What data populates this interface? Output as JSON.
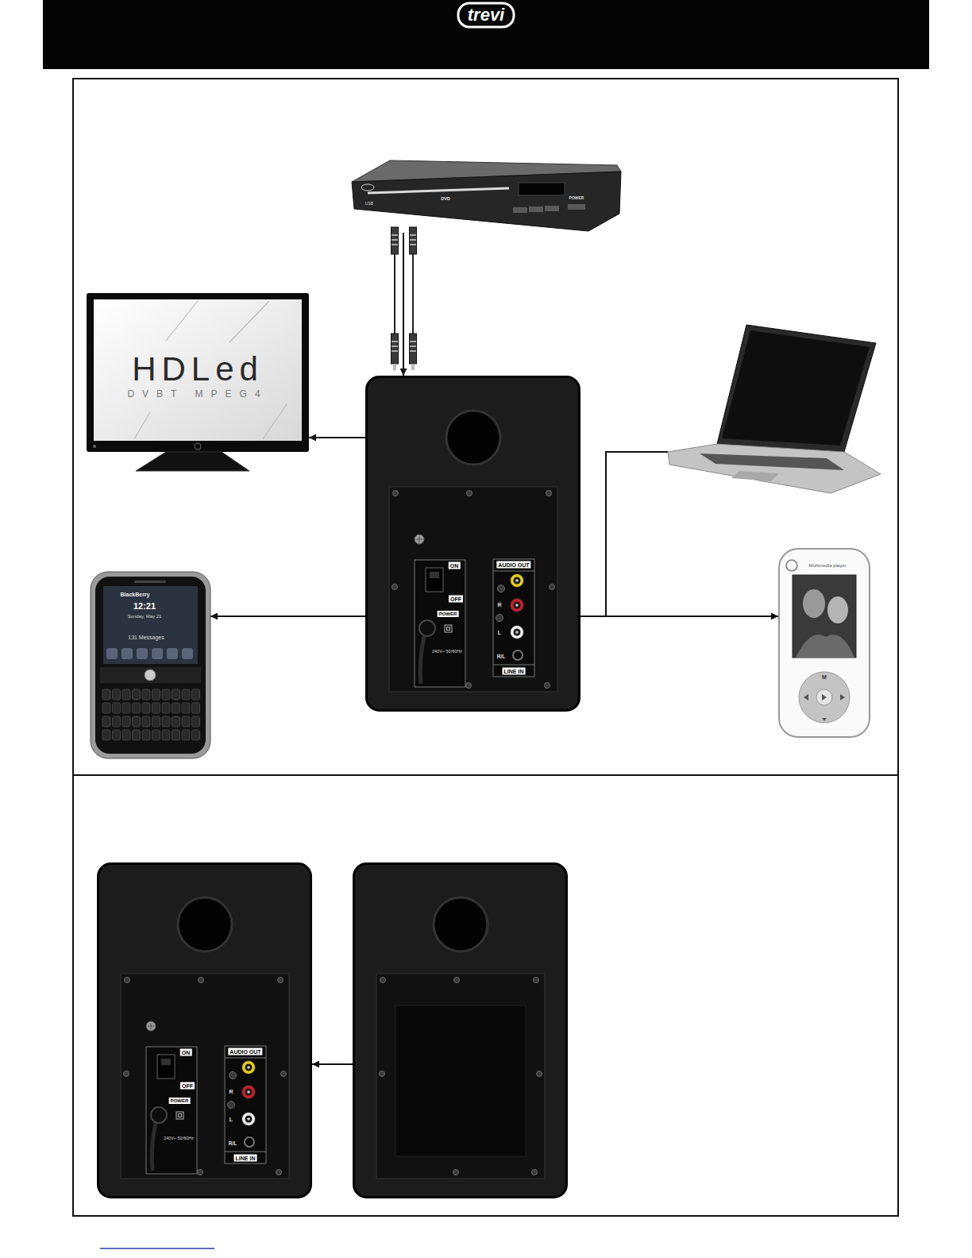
{
  "diagram": {
    "nodes": [
      {
        "text": [
          "DVD",
          "USB",
          "POWER"
        ]
      },
      {
        "text": [
          "HDLed",
          "DVBT MPEG4"
        ]
      },
      {
        "text": []
      },
      {
        "text": [
          "ON",
          "OFF",
          "POWER",
          "240V~ 50/60Hz",
          "AUDIO OUT",
          "R",
          "L",
          "R/L",
          "LINE IN"
        ]
      },
      {
        "text": [
          "Multimedia player",
          "M"
        ]
      },
      {
        "text": [
          "BlackBerry",
          "12:21",
          "Sunday, May 21",
          "131 Messages"
        ]
      },
      {
        "text": [
          "ON",
          "OFF",
          "POWER",
          "240V~ 50/60Hz",
          "AUDIO OUT",
          "R",
          "L",
          "R/L",
          "LINE IN"
        ]
      },
      {
        "text": []
      }
    ],
    "edges": [
      {
        "from": 0,
        "to": 3,
        "arrow": "to"
      },
      {
        "from": 3,
        "to": 1,
        "arrow": "to"
      },
      {
        "from": 3,
        "to": 2,
        "arrow": "none"
      },
      {
        "from": 3,
        "to": 4,
        "arrow": "to"
      },
      {
        "from": 3,
        "to": 5,
        "arrow": "to"
      },
      {
        "from": 7,
        "to": 6,
        "arrow": "to"
      }
    ],
    "labels": [
      "trevi"
    ]
  }
}
